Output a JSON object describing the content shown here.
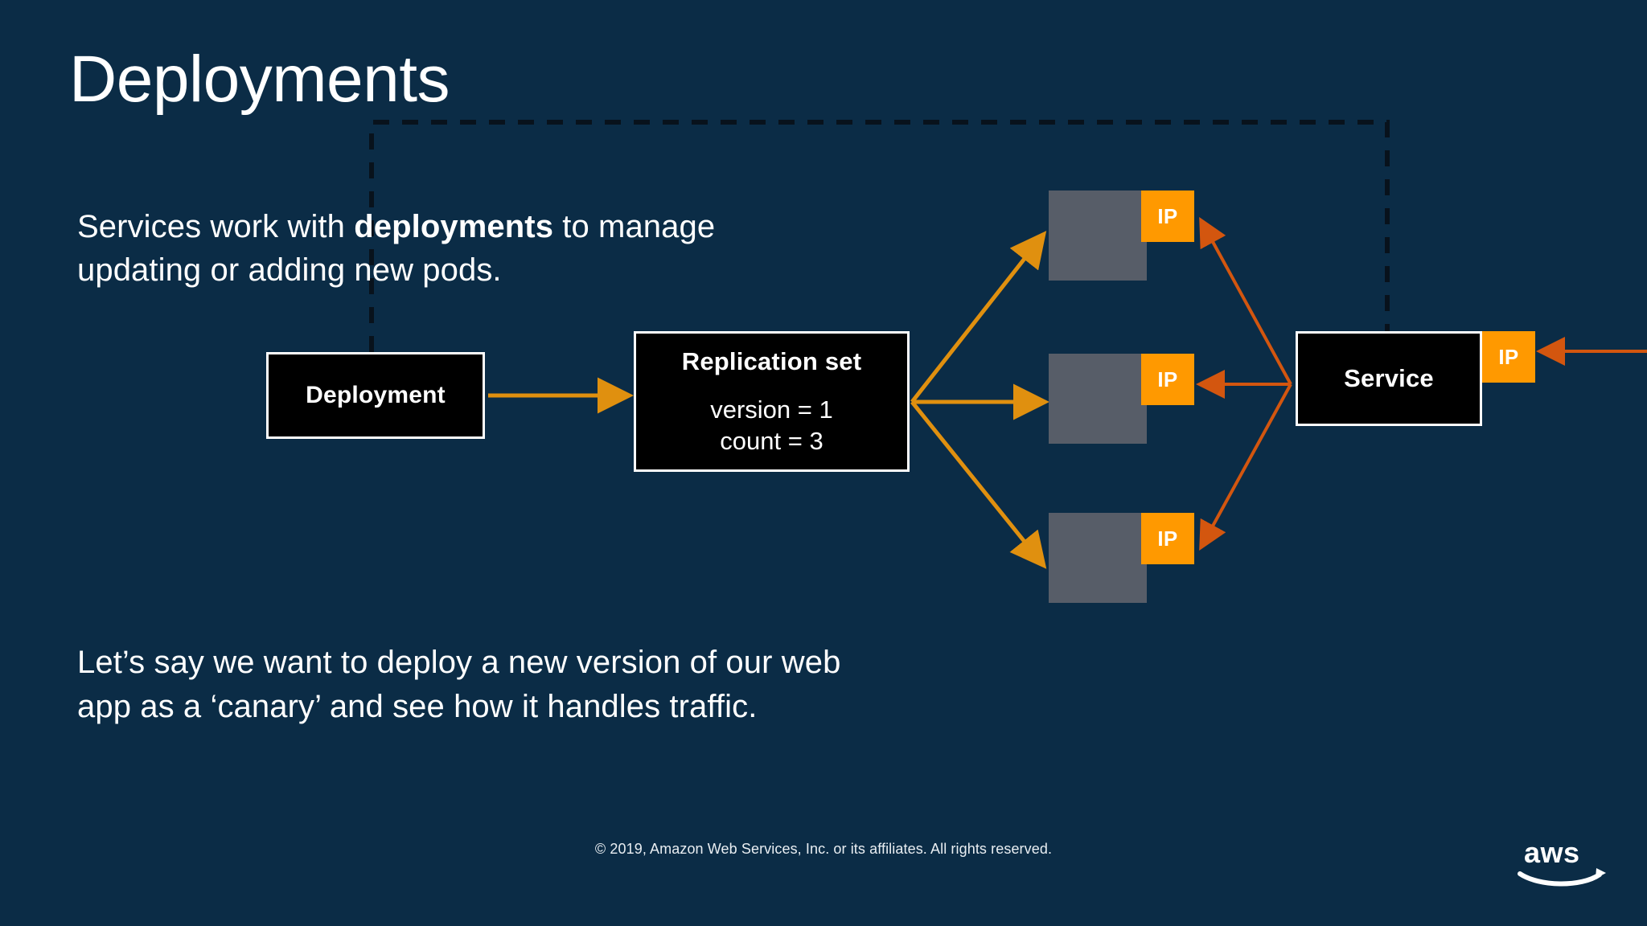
{
  "slide": {
    "title": "Deployments",
    "background_color": "#0b2c46"
  },
  "body": {
    "paragraph_top": {
      "lead": "Services work with ",
      "emphasis": "deployments",
      "tail": " to manage updating or adding new pods."
    },
    "paragraph_bottom": "Let’s say we want to deploy a new version of our web app as a ‘canary’ and see how it handles traffic."
  },
  "diagram": {
    "deployment_box": {
      "label": "Deployment"
    },
    "replication_box": {
      "title": "Replication set",
      "line_1": "version = 1",
      "line_2": "count = 3"
    },
    "service_box": {
      "label": "Service"
    },
    "pods": [
      {
        "ip_label": "IP"
      },
      {
        "ip_label": "IP"
      },
      {
        "ip_label": "IP"
      }
    ],
    "service_ip": {
      "ip_label": "IP"
    },
    "colors": {
      "box_fill": "#000000",
      "box_border": "#ffffff",
      "pod_fill": "#575d68",
      "ip_badge": "#ff9900",
      "arrow_out": "#e0900f",
      "arrow_back": "#d3560f",
      "bracket_dash": "#08121c"
    }
  },
  "footer": {
    "copyright": "© 2019, Amazon Web Services, Inc. or its affiliates. All rights reserved.",
    "logo_wordmark": "aws"
  }
}
